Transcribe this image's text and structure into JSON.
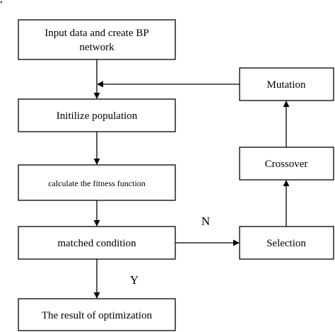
{
  "corner_mark": ".",
  "nodes": {
    "input": {
      "lines": [
        "Input data and create BP",
        "network"
      ]
    },
    "init": {
      "label": "Initilize population"
    },
    "fitness": {
      "label": "calculate the fitness function"
    },
    "matched": {
      "label": "matched condition"
    },
    "result": {
      "label": "The result of optimization"
    },
    "mutation": {
      "label": "Mutation"
    },
    "crossover": {
      "label": "Crossover"
    },
    "selection": {
      "label": "Selection"
    }
  },
  "edge_labels": {
    "no": "N",
    "yes": "Y"
  },
  "colors": {
    "stroke": "#000000",
    "fill": "#ffffff",
    "text": "#000000"
  }
}
